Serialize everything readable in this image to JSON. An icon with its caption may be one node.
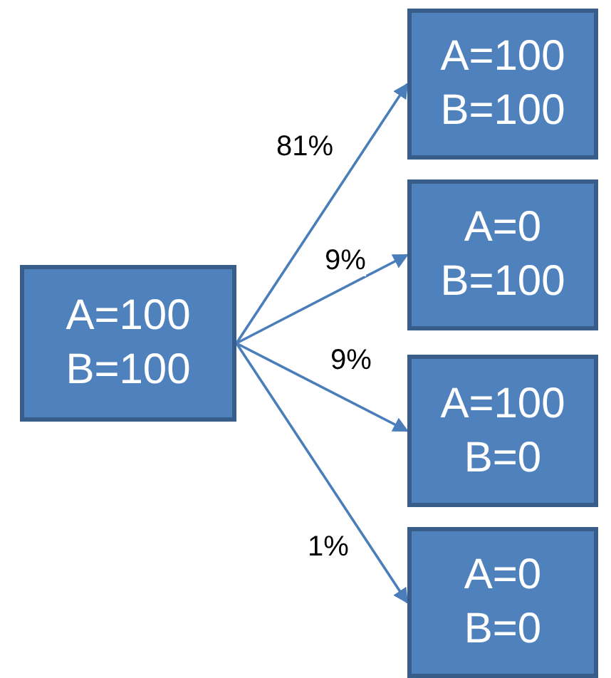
{
  "diagram": {
    "nodes": [
      {
        "text": [
          "A=100",
          "B=100"
        ]
      },
      {
        "text": [
          "A=100",
          "B=100"
        ]
      },
      {
        "text": [
          "A=0",
          "B=100"
        ]
      },
      {
        "text": [
          "A=100",
          "B=0"
        ]
      },
      {
        "text": [
          "A=0",
          "B=0"
        ]
      }
    ],
    "edges": [
      {
        "from": 0,
        "to": 1,
        "arrow": "to",
        "label": "81%"
      },
      {
        "from": 0,
        "to": 2,
        "arrow": "to",
        "label": "9%"
      },
      {
        "from": 0,
        "to": 3,
        "arrow": "to",
        "label": "9%"
      },
      {
        "from": 0,
        "to": 4,
        "arrow": "to",
        "label": "1%"
      }
    ]
  }
}
